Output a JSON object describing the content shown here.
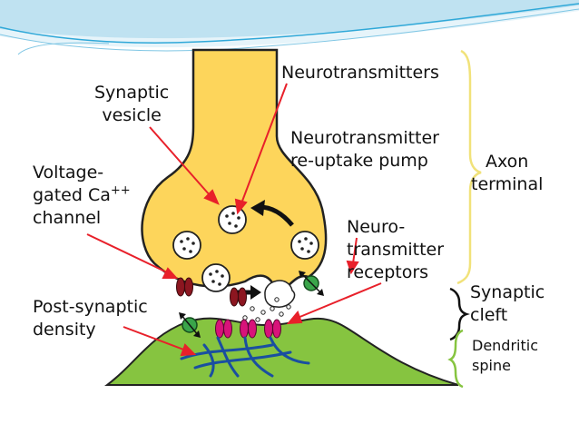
{
  "labels": {
    "neurotransmitters": "Neurotransmitters",
    "synaptic_vesicle": "Synaptic\nvesicle",
    "reuptake_pump": "Neurotransmitter\nre-uptake pump",
    "axon_terminal": "Axon\nterminal",
    "vgcc_line1": "Voltage-",
    "vgcc_line2": "gated Ca",
    "vgcc_sup": "++",
    "vgcc_line3": "channel",
    "nt_receptors": "Neuro-\ntransmitter\nreceptors",
    "post_synaptic_density": "Post-synaptic\ndensity",
    "synaptic_cleft": "Synaptic\ncleft",
    "dendritic_spine": "Dendritic\nspine"
  },
  "colors": {
    "axon_fill": "#fdd55b",
    "dendrite_fill": "#86c440",
    "vesicle_fill": "#ffffff",
    "arrow_red": "#e8202a",
    "brace_yellow": "#f1e27a",
    "brace_green": "#86c440",
    "channel_red": "#8c1620",
    "receptor_magenta": "#d8137a",
    "pump_green": "#3aa54a",
    "filament_blue": "#1a4fa0",
    "header_blue": "#2fa8d8"
  }
}
